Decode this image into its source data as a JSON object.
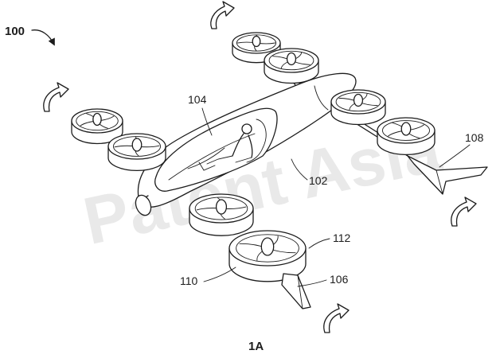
{
  "figure": {
    "ref_main": "100",
    "fig_label": "1A",
    "watermark": "Patent Asia"
  },
  "labels": {
    "cockpit": "104",
    "fuselage": "102",
    "tail": "108",
    "rotor_duct": "112",
    "rotor_blades": "110",
    "front_fin": "106"
  },
  "colors": {
    "ink": "#1c1c1c",
    "watermark": "#cfcfcf",
    "background": "#ffffff"
  }
}
